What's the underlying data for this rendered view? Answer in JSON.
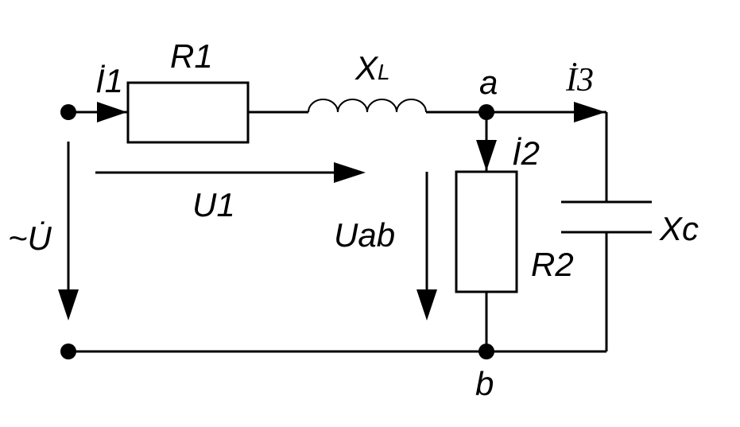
{
  "diagram": {
    "type": "electrical-circuit",
    "colors": {
      "line": "#000000",
      "background": "#ffffff"
    },
    "labels": {
      "source": "~U̇",
      "i1": "İ1",
      "r1": "R1",
      "xl_main": "X",
      "xl_sub": "L",
      "node_a": "a",
      "i3": "İ3",
      "i2": "İ2",
      "u1": "U1",
      "uab": "Uab",
      "r2": "R2",
      "xc": "Xc",
      "node_b": "b"
    }
  }
}
